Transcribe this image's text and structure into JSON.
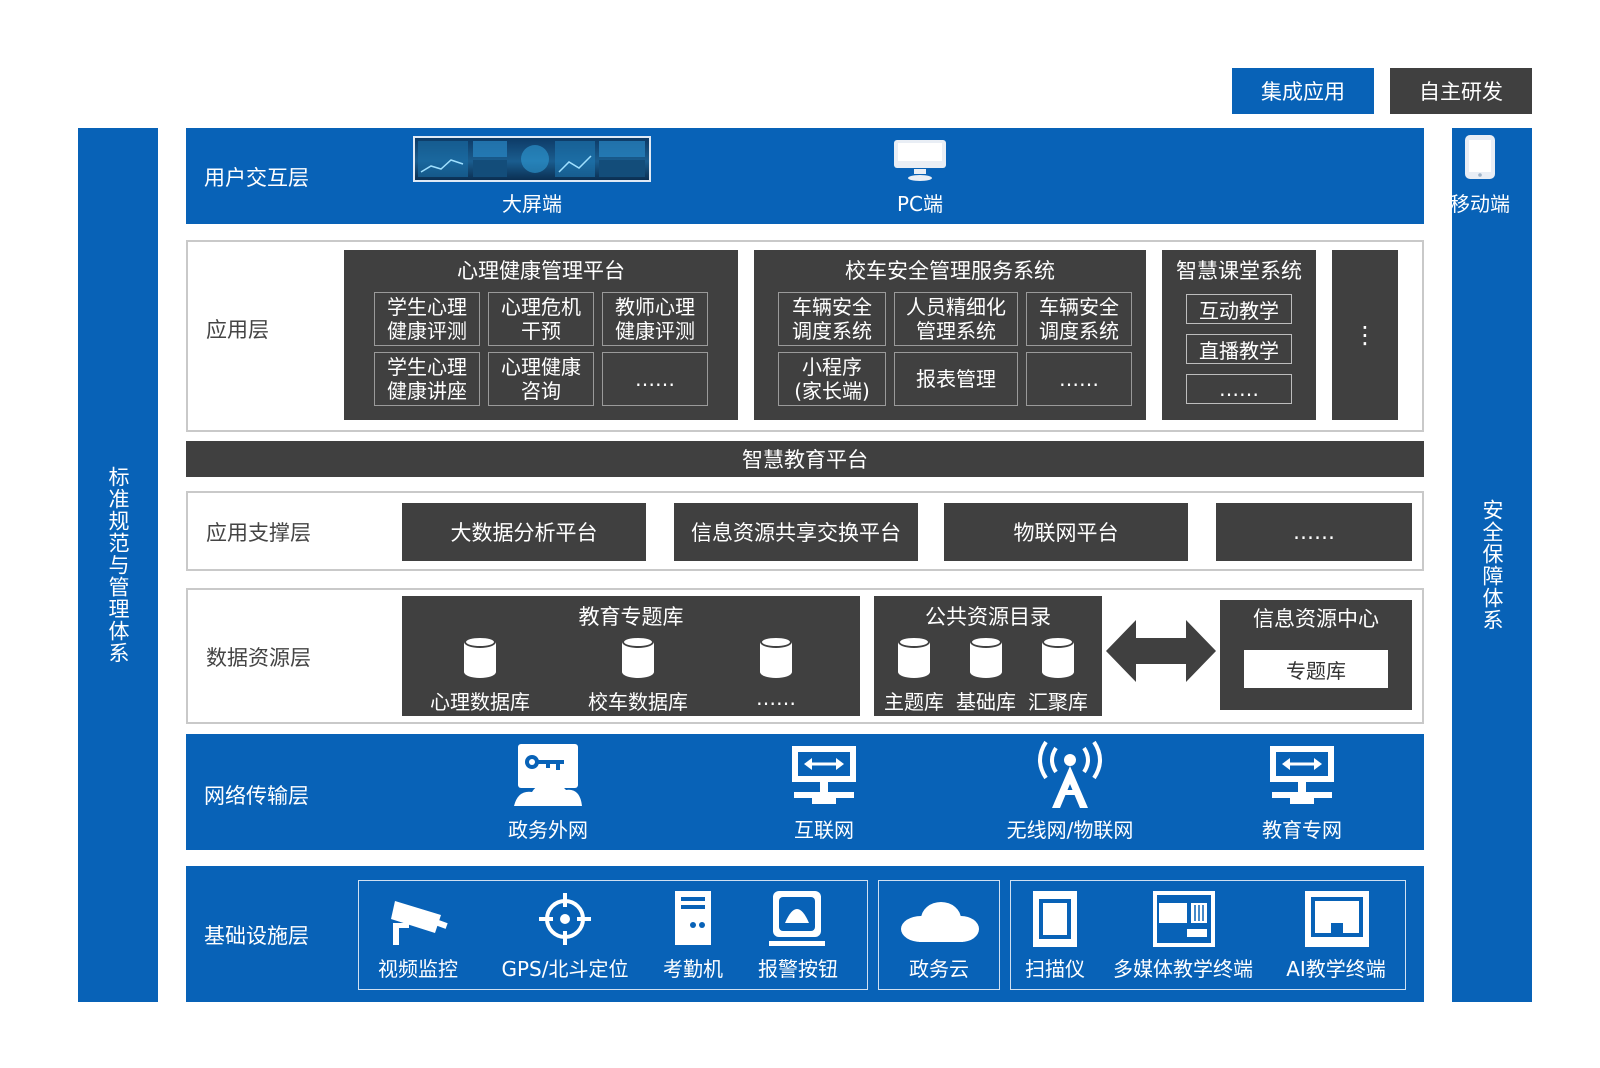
{
  "legend": {
    "integrated": "集成应用",
    "self_dev": "自主研发"
  },
  "left_bar": "标准规范与管理体系",
  "right_bar": "安全保障体系",
  "user_layer": {
    "title": "用户交互层",
    "items": [
      "大屏端",
      "PC端",
      "移动端"
    ]
  },
  "app_layer": {
    "title": "应用层",
    "psych": {
      "title": "心理健康管理平台",
      "cells": [
        "学生心理\n健康评测",
        "心理危机\n干预",
        "教师心理\n健康评测",
        "学生心理\n健康讲座",
        "心理健康\n咨询",
        "……"
      ]
    },
    "bus": {
      "title": "校车安全管理服务系统",
      "cells": [
        "车辆安全\n调度系统",
        "人员精细化\n管理系统",
        "车辆安全\n调度系统",
        "小程序\n(家长端)",
        "报表管理",
        "……"
      ]
    },
    "classroom": {
      "title": "智慧课堂系统",
      "cells": [
        "互动教学",
        "直播教学",
        "……"
      ]
    },
    "more": "⋮"
  },
  "platform_bar": "智慧教育平台",
  "support_layer": {
    "title": "应用支撑层",
    "items": [
      "大数据分析平台",
      "信息资源共享交换平台",
      "物联网平台",
      "……"
    ]
  },
  "data_layer": {
    "title": "数据资源层",
    "edu": {
      "title": "教育专题库",
      "dbs": [
        "心理数据库",
        "校车数据库",
        "……"
      ]
    },
    "public": {
      "title": "公共资源目录",
      "dbs": [
        "主题库",
        "基础库",
        "汇聚库"
      ]
    },
    "center": {
      "title": "信息资源中心",
      "inner": "专题库"
    }
  },
  "network_layer": {
    "title": "网络传输层",
    "items": [
      "政务外网",
      "互联网",
      "无线网/物联网",
      "教育专网"
    ]
  },
  "infra_layer": {
    "title": "基础设施层",
    "group1": [
      "视频监控",
      "GPS/北斗定位",
      "考勤机",
      "报警按钮"
    ],
    "group2": [
      "政务云"
    ],
    "group3": [
      "扫描仪",
      "多媒体教学终端",
      "AI教学终端"
    ]
  },
  "colors": {
    "blue": "#0862b7",
    "dark": "#404040",
    "border": "#c9c9c9"
  }
}
